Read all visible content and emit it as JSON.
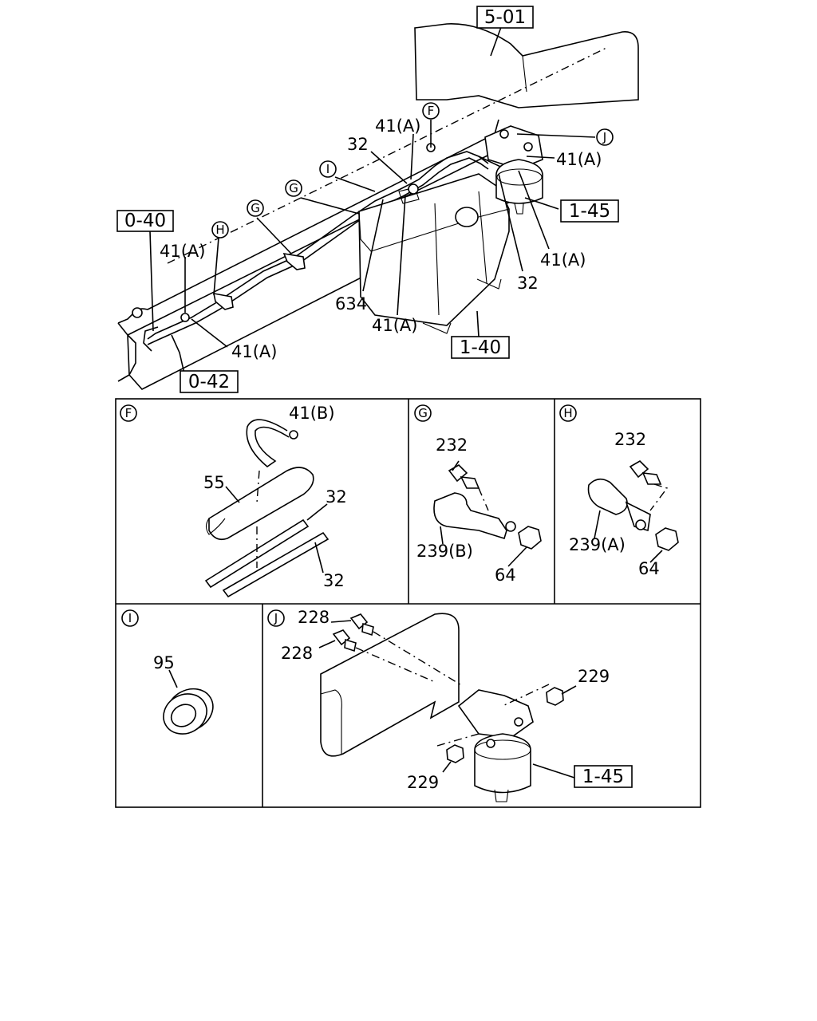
{
  "main": {
    "refs": {
      "r501": "5-01",
      "r040": "0-40",
      "r042": "0-42",
      "r140": "1-40",
      "r145": "1-45"
    },
    "callouts": {
      "f": "F",
      "g": "G",
      "h": "H",
      "i": "I",
      "j": "J"
    },
    "labels": {
      "a1": "41(A)",
      "a2": "41(A)",
      "a3": "41(A)",
      "a4": "41(A)",
      "a5": "41(A)",
      "a6": "41(A)",
      "p32a": "32",
      "p32b": "32",
      "p634": "634"
    }
  },
  "detail_f": {
    "letter": "F",
    "l41b": "41(B)",
    "l55": "55",
    "l32a": "32",
    "l32b": "32"
  },
  "detail_g": {
    "letter": "G",
    "l232": "232",
    "l239": "239(B)",
    "l64": "64"
  },
  "detail_h": {
    "letter": "H",
    "l232": "232",
    "l239": "239(A)",
    "l64": "64"
  },
  "detail_i": {
    "letter": "I",
    "l95": "95"
  },
  "detail_j": {
    "letter": "J",
    "l228a": "228",
    "l228b": "228",
    "l229a": "229",
    "l229b": "229",
    "ref": "1-45"
  }
}
